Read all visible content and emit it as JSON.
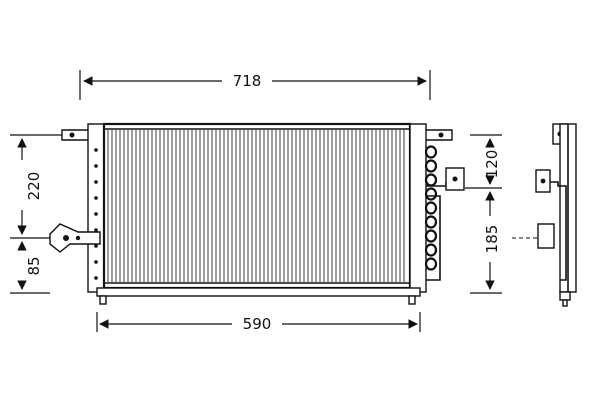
{
  "dimensions": {
    "overall_width": "718",
    "core_width": "590",
    "upper_mount_height": "220",
    "lower_mount_height": "85",
    "side_upper": "120",
    "side_lower": "185"
  },
  "colors": {
    "line": "#111111",
    "background": "#ffffff"
  }
}
